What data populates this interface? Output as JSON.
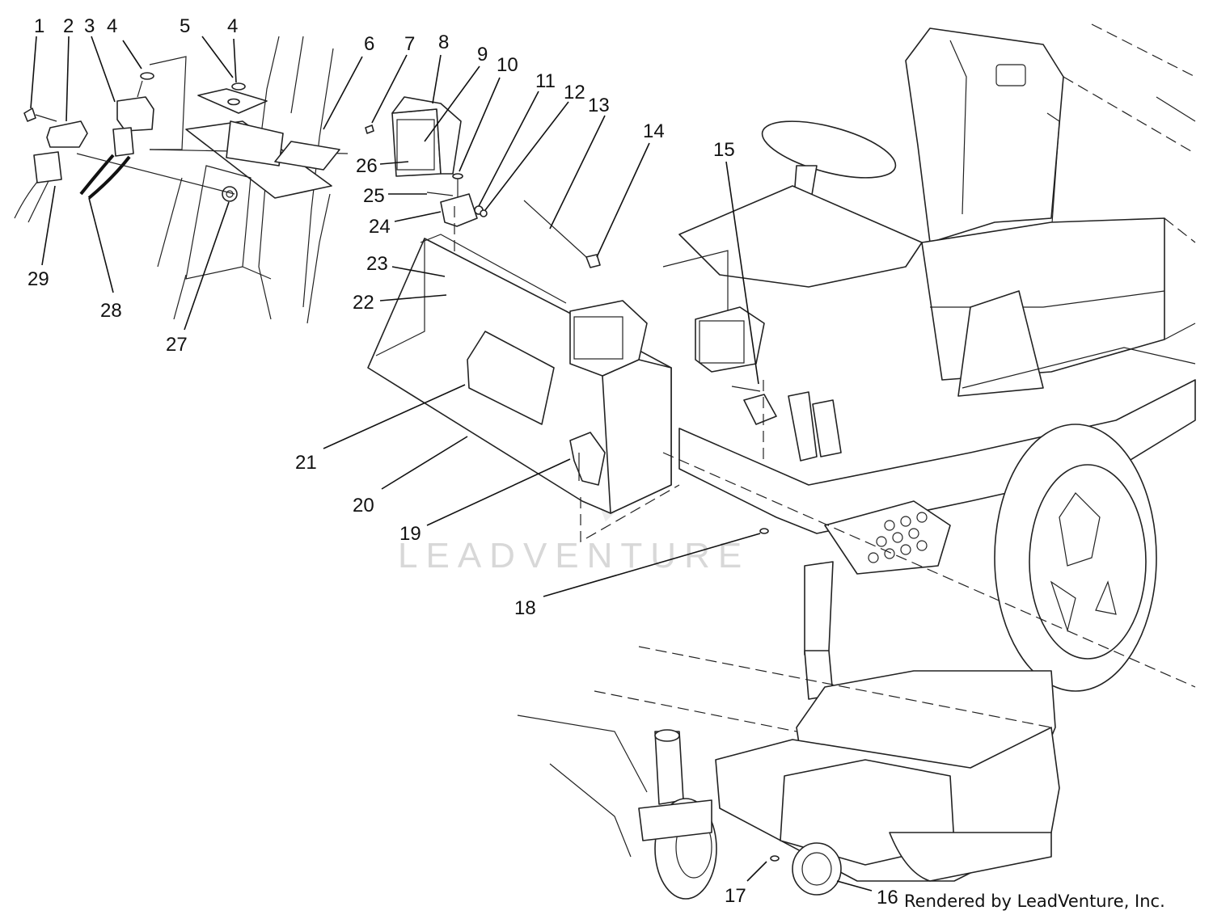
{
  "callouts": {
    "c1": "1",
    "c2": "2",
    "c3": "3",
    "c4a": "4",
    "c5": "5",
    "c4b": "4",
    "c6": "6",
    "c7": "7",
    "c8": "8",
    "c9": "9",
    "c10": "10",
    "c11": "11",
    "c12": "12",
    "c13": "13",
    "c14": "14",
    "c15": "15",
    "c16": "16",
    "c17": "17",
    "c18": "18",
    "c19": "19",
    "c20": "20",
    "c21": "21",
    "c22": "22",
    "c23": "23",
    "c24": "24",
    "c25": "25",
    "c26": "26",
    "c27": "27",
    "c28": "28",
    "c29": "29"
  },
  "watermark": "LEADVENTURE",
  "credit": "Rendered by LeadVenture, Inc."
}
